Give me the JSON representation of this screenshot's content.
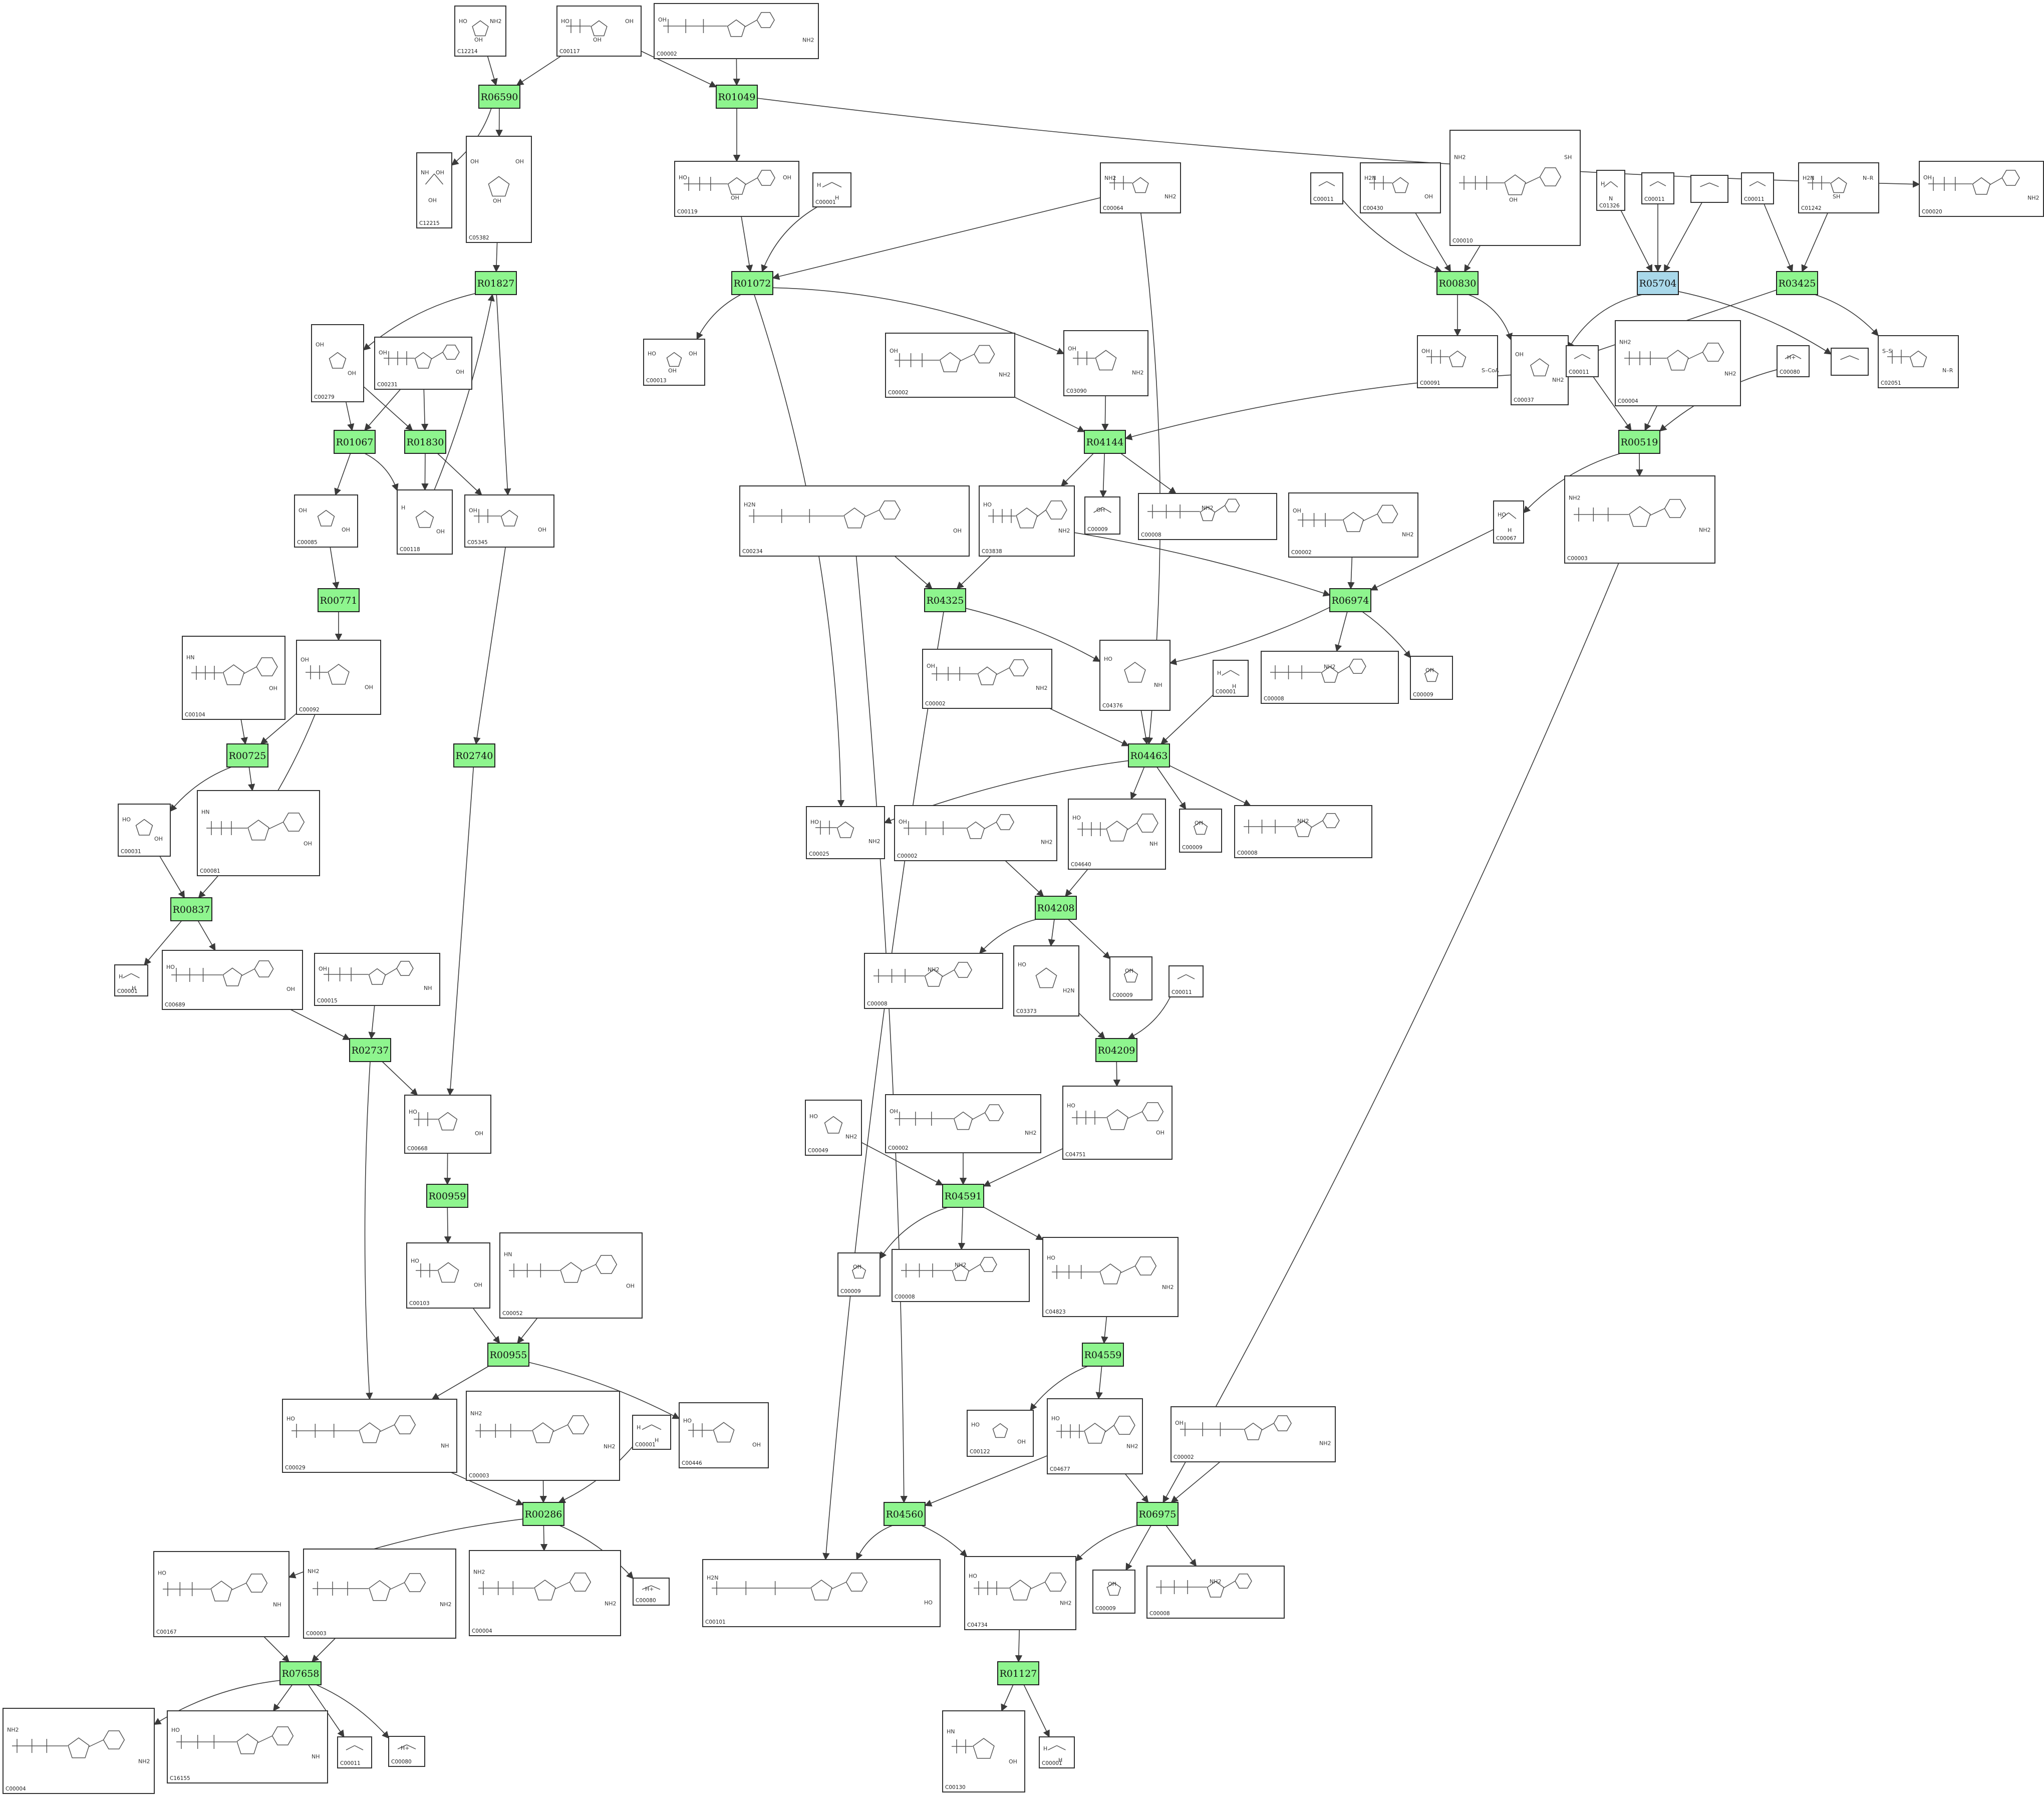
{
  "diagram": {
    "colors": {
      "reaction_fill": "#8ef58e",
      "highlight_fill": "#a9d8ea",
      "edge": "#3a3a3a",
      "box_stroke": "#333333"
    },
    "reactions": [
      {
        "id": "R06590",
        "highlight": false
      },
      {
        "id": "R01049",
        "highlight": false
      },
      {
        "id": "R01827",
        "highlight": false
      },
      {
        "id": "R01072",
        "highlight": false
      },
      {
        "id": "R00830",
        "highlight": false
      },
      {
        "id": "R05704",
        "highlight": true
      },
      {
        "id": "R03425",
        "highlight": false
      },
      {
        "id": "R01067",
        "highlight": false
      },
      {
        "id": "R01830",
        "highlight": false
      },
      {
        "id": "R04144",
        "highlight": false
      },
      {
        "id": "R00519",
        "highlight": false
      },
      {
        "id": "R00771",
        "highlight": false
      },
      {
        "id": "R04325",
        "highlight": false
      },
      {
        "id": "R06974",
        "highlight": false
      },
      {
        "id": "R00725",
        "highlight": false
      },
      {
        "id": "R04463",
        "highlight": false
      },
      {
        "id": "R02740",
        "highlight": false
      },
      {
        "id": "R00837",
        "highlight": false
      },
      {
        "id": "R04208",
        "highlight": false
      },
      {
        "id": "R02737",
        "highlight": false
      },
      {
        "id": "R04209",
        "highlight": false
      },
      {
        "id": "R00959",
        "highlight": false
      },
      {
        "id": "R04591",
        "highlight": false
      },
      {
        "id": "R00955",
        "highlight": false
      },
      {
        "id": "R04559",
        "highlight": false
      },
      {
        "id": "R00286",
        "highlight": false
      },
      {
        "id": "R04560",
        "highlight": false
      },
      {
        "id": "R06975",
        "highlight": false
      },
      {
        "id": "R07658",
        "highlight": false
      },
      {
        "id": "R01127",
        "highlight": false
      }
    ],
    "compounds": [
      {
        "id": "n1",
        "label": "C12214",
        "text": [
          "HO",
          "OH",
          "NH2"
        ]
      },
      {
        "id": "n2",
        "label": "C00117",
        "text": [
          "HO",
          "OH",
          "OH"
        ]
      },
      {
        "id": "n3",
        "label": "C00002",
        "text": [
          "OH",
          "NH2"
        ]
      },
      {
        "id": "n4",
        "label": "C12215",
        "text": [
          "NH",
          "OH",
          "OH"
        ]
      },
      {
        "id": "n5",
        "label": "C05382",
        "text": [
          "OH",
          "OH",
          "OH"
        ]
      },
      {
        "id": "n6",
        "label": "C00119",
        "text": [
          "HO",
          "OH",
          "OH"
        ]
      },
      {
        "id": "n7",
        "label": "C00001",
        "text": [
          "H",
          "H"
        ]
      },
      {
        "id": "n8",
        "label": "C00064",
        "text": [
          "NH2",
          "NH2"
        ]
      },
      {
        "id": "n9",
        "label": "C00011",
        "text": []
      },
      {
        "id": "n10",
        "label": "C00430",
        "text": [
          "H2N",
          "OH"
        ]
      },
      {
        "id": "n11",
        "label": "C00010",
        "text": [
          "NH2",
          "OH",
          "SH"
        ]
      },
      {
        "id": "n12",
        "label": "C01326",
        "text": [
          "H",
          "N"
        ]
      },
      {
        "id": "n13",
        "label": "C00011",
        "text": []
      },
      {
        "id": "n14",
        "label": "",
        "text": []
      },
      {
        "id": "n15",
        "label": "C00011",
        "text": []
      },
      {
        "id": "n16",
        "label": "C01242",
        "text": [
          "H2N",
          "SH",
          "N–R"
        ]
      },
      {
        "id": "n17",
        "label": "C00020",
        "text": [
          "OH",
          "NH2"
        ]
      },
      {
        "id": "n18",
        "label": "C00279",
        "text": [
          "OH",
          "OH"
        ]
      },
      {
        "id": "n19",
        "label": "C00231",
        "text": [
          "OH",
          "OH"
        ]
      },
      {
        "id": "n20",
        "label": "C00013",
        "text": [
          "HO",
          "OH",
          "OH"
        ]
      },
      {
        "id": "n21",
        "label": "C00002",
        "text": [
          "OH",
          "NH2"
        ]
      },
      {
        "id": "n22",
        "label": "C03090",
        "text": [
          "OH",
          "NH2"
        ]
      },
      {
        "id": "n23",
        "label": "C00091",
        "text": [
          "OH",
          "S–CoA"
        ]
      },
      {
        "id": "n24",
        "label": "C00037",
        "text": [
          "OH",
          "NH2"
        ]
      },
      {
        "id": "n25",
        "label": "C00011",
        "text": []
      },
      {
        "id": "n26",
        "label": "C00004",
        "text": [
          "NH2",
          "NH2"
        ]
      },
      {
        "id": "n27",
        "label": "C00080",
        "text": [
          "H+"
        ]
      },
      {
        "id": "n28",
        "label": "",
        "text": []
      },
      {
        "id": "n29",
        "label": "C02051",
        "text": [
          "S–S",
          "N–R"
        ]
      },
      {
        "id": "n30",
        "label": "C00085",
        "text": [
          "OH",
          "OH"
        ]
      },
      {
        "id": "n31",
        "label": "C00118",
        "text": [
          "H",
          "OH"
        ]
      },
      {
        "id": "n32",
        "label": "C05345",
        "text": [
          "OH",
          "OH"
        ]
      },
      {
        "id": "n33",
        "label": "C00234",
        "text": [
          "H2N",
          "OH"
        ]
      },
      {
        "id": "n34",
        "label": "C03838",
        "text": [
          "HO",
          "NH2"
        ]
      },
      {
        "id": "n35",
        "label": "C00009",
        "text": [
          "OH"
        ]
      },
      {
        "id": "n36",
        "label": "C00008",
        "text": [
          "NH2"
        ]
      },
      {
        "id": "n37",
        "label": "C00002",
        "text": [
          "OH",
          "NH2"
        ]
      },
      {
        "id": "n38",
        "label": "C00067",
        "text": [
          "HO",
          "H"
        ]
      },
      {
        "id": "n39",
        "label": "C00003",
        "text": [
          "NH2",
          "NH2"
        ]
      },
      {
        "id": "n40",
        "label": "C00104",
        "text": [
          "HN",
          "OH"
        ]
      },
      {
        "id": "n41",
        "label": "C00092",
        "text": [
          "OH",
          "OH"
        ]
      },
      {
        "id": "n42",
        "label": "C00002",
        "text": [
          "OH",
          "NH2"
        ]
      },
      {
        "id": "n43",
        "label": "C04376",
        "text": [
          "HO",
          "NH"
        ]
      },
      {
        "id": "n44",
        "label": "C00001",
        "text": [
          "H",
          "H"
        ]
      },
      {
        "id": "n45",
        "label": "C00008",
        "text": [
          "NH2"
        ]
      },
      {
        "id": "n46",
        "label": "C00009",
        "text": [
          "OH"
        ]
      },
      {
        "id": "n47",
        "label": "C00031",
        "text": [
          "HO",
          "OH"
        ]
      },
      {
        "id": "n48",
        "label": "C00081",
        "text": [
          "HN",
          "OH"
        ]
      },
      {
        "id": "n49",
        "label": "C00025",
        "text": [
          "HO",
          "NH2"
        ]
      },
      {
        "id": "n50",
        "label": "C00002",
        "text": [
          "OH",
          "NH2"
        ]
      },
      {
        "id": "n51",
        "label": "C04640",
        "text": [
          "HO",
          "NH"
        ]
      },
      {
        "id": "n52",
        "label": "C00009",
        "text": [
          "OH"
        ]
      },
      {
        "id": "n53",
        "label": "C00008",
        "text": [
          "NH2"
        ]
      },
      {
        "id": "n54",
        "label": "C00001",
        "text": [
          "H",
          "H"
        ]
      },
      {
        "id": "n55",
        "label": "C00689",
        "text": [
          "HO",
          "OH"
        ]
      },
      {
        "id": "n56",
        "label": "C00015",
        "text": [
          "OH",
          "NH"
        ]
      },
      {
        "id": "n57",
        "label": "C00008",
        "text": [
          "NH2"
        ]
      },
      {
        "id": "n58",
        "label": "C03373",
        "text": [
          "HO",
          "H2N"
        ]
      },
      {
        "id": "n59",
        "label": "C00009",
        "text": [
          "OH"
        ]
      },
      {
        "id": "n60",
        "label": "C00011",
        "text": []
      },
      {
        "id": "n61",
        "label": "C00668",
        "text": [
          "HO",
          "OH"
        ]
      },
      {
        "id": "n62",
        "label": "C00049",
        "text": [
          "HO",
          "NH2"
        ]
      },
      {
        "id": "n63",
        "label": "C00002",
        "text": [
          "OH",
          "NH2"
        ]
      },
      {
        "id": "n64",
        "label": "C04751",
        "text": [
          "HO",
          "OH"
        ]
      },
      {
        "id": "n65",
        "label": "C00103",
        "text": [
          "HO",
          "OH"
        ]
      },
      {
        "id": "n66",
        "label": "C00052",
        "text": [
          "HN",
          "OH"
        ]
      },
      {
        "id": "n67",
        "label": "C00009",
        "text": [
          "OH"
        ]
      },
      {
        "id": "n68",
        "label": "C00008",
        "text": [
          "NH2"
        ]
      },
      {
        "id": "n69",
        "label": "C04823",
        "text": [
          "HO",
          "NH2"
        ]
      },
      {
        "id": "n70",
        "label": "C00029",
        "text": [
          "HO",
          "NH"
        ]
      },
      {
        "id": "n71",
        "label": "C00003",
        "text": [
          "NH2",
          "NH2"
        ]
      },
      {
        "id": "n72",
        "label": "C00001",
        "text": [
          "H",
          "H"
        ]
      },
      {
        "id": "n73",
        "label": "C00446",
        "text": [
          "HO",
          "OH"
        ]
      },
      {
        "id": "n74",
        "label": "C00122",
        "text": [
          "HO",
          "OH"
        ]
      },
      {
        "id": "n75",
        "label": "C04677",
        "text": [
          "HO",
          "NH2"
        ]
      },
      {
        "id": "n76",
        "label": "C00002",
        "text": [
          "OH",
          "NH2"
        ]
      },
      {
        "id": "n77",
        "label": "C00167",
        "text": [
          "HO",
          "NH"
        ]
      },
      {
        "id": "n78",
        "label": "C00003",
        "text": [
          "NH2",
          "NH2"
        ]
      },
      {
        "id": "n79",
        "label": "C00004",
        "text": [
          "NH2",
          "NH2"
        ]
      },
      {
        "id": "n80",
        "label": "C00080",
        "text": [
          "H+"
        ]
      },
      {
        "id": "n81",
        "label": "C00101",
        "text": [
          "H2N",
          "HO"
        ]
      },
      {
        "id": "n82",
        "label": "C04734",
        "text": [
          "HO",
          "NH2"
        ]
      },
      {
        "id": "n83",
        "label": "C00009",
        "text": [
          "OH"
        ]
      },
      {
        "id": "n84",
        "label": "C00008",
        "text": [
          "NH2"
        ]
      },
      {
        "id": "n85",
        "label": "C00004",
        "text": [
          "NH2",
          "NH2"
        ]
      },
      {
        "id": "n86",
        "label": "C16155",
        "text": [
          "HO",
          "NH"
        ]
      },
      {
        "id": "n87",
        "label": "C00011",
        "text": []
      },
      {
        "id": "n88",
        "label": "C00080",
        "text": [
          "H+"
        ]
      },
      {
        "id": "n89",
        "label": "C00130",
        "text": [
          "HN",
          "OH"
        ]
      },
      {
        "id": "n90",
        "label": "C00001",
        "text": [
          "H",
          "H"
        ]
      }
    ]
  }
}
